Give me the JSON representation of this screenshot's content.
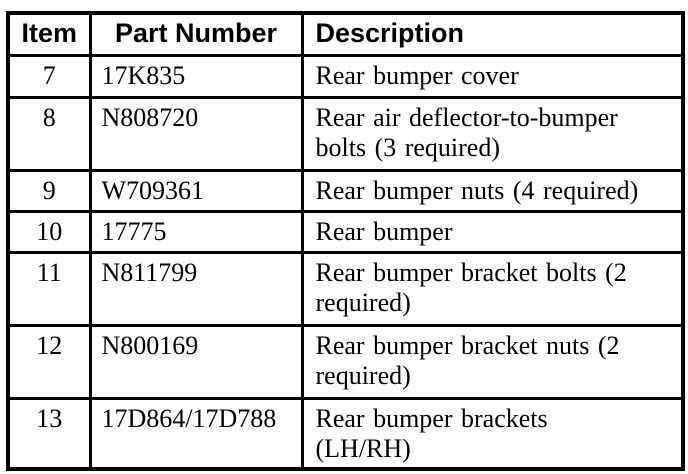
{
  "table": {
    "headers": [
      "Item",
      "Part Number",
      "Description"
    ],
    "rows": [
      {
        "item": "7",
        "part_number": "17K835",
        "description_lines": [
          "Rear bumper cover"
        ]
      },
      {
        "item": "8",
        "part_number": "N808720",
        "description_lines": [
          "Rear air deflector-to-bumper",
          "bolts (3 required)"
        ]
      },
      {
        "item": "9",
        "part_number": "W709361",
        "description_lines": [
          "Rear bumper nuts (4 required)"
        ]
      },
      {
        "item": "10",
        "part_number": "17775",
        "description_lines": [
          "Rear bumper"
        ]
      },
      {
        "item": "11",
        "part_number": "N811799",
        "description_lines": [
          "Rear bumper bracket bolts (2",
          "required)"
        ]
      },
      {
        "item": "12",
        "part_number": "N800169",
        "description_lines": [
          "Rear bumper bracket nuts (2",
          "required)"
        ]
      },
      {
        "item": "13",
        "part_number": "17D864/17D788",
        "description_lines": [
          "Rear bumper brackets",
          "(LH/RH)"
        ]
      }
    ],
    "colors": {
      "border": "#000000",
      "text": "#000000",
      "background": "#ffffff"
    }
  }
}
